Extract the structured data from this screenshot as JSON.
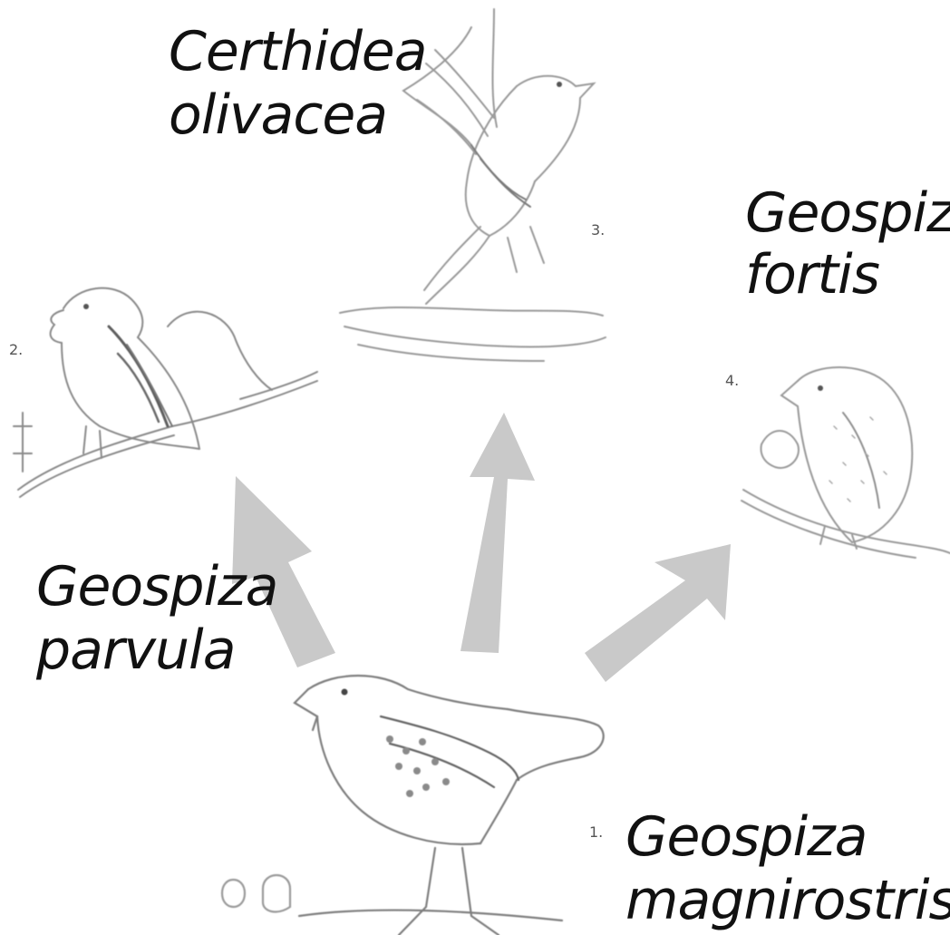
{
  "species": {
    "certhidea": {
      "genus": "Certhidea",
      "epithet": "olivacea",
      "number": "3."
    },
    "geospiza_fortis": {
      "genus": "Geospiza",
      "epithet": "fortis",
      "number": "4."
    },
    "geospiza_parvula": {
      "genus": "Geospiza",
      "epithet": "parvula",
      "number": "2."
    },
    "geospiza_magnirostris": {
      "genus": "Geospiza",
      "epithet": "magnirostris",
      "number": "1."
    }
  },
  "colors": {
    "arrow": "#c9c9c9",
    "sketch": "#8a8a8a",
    "text": "#111111"
  }
}
